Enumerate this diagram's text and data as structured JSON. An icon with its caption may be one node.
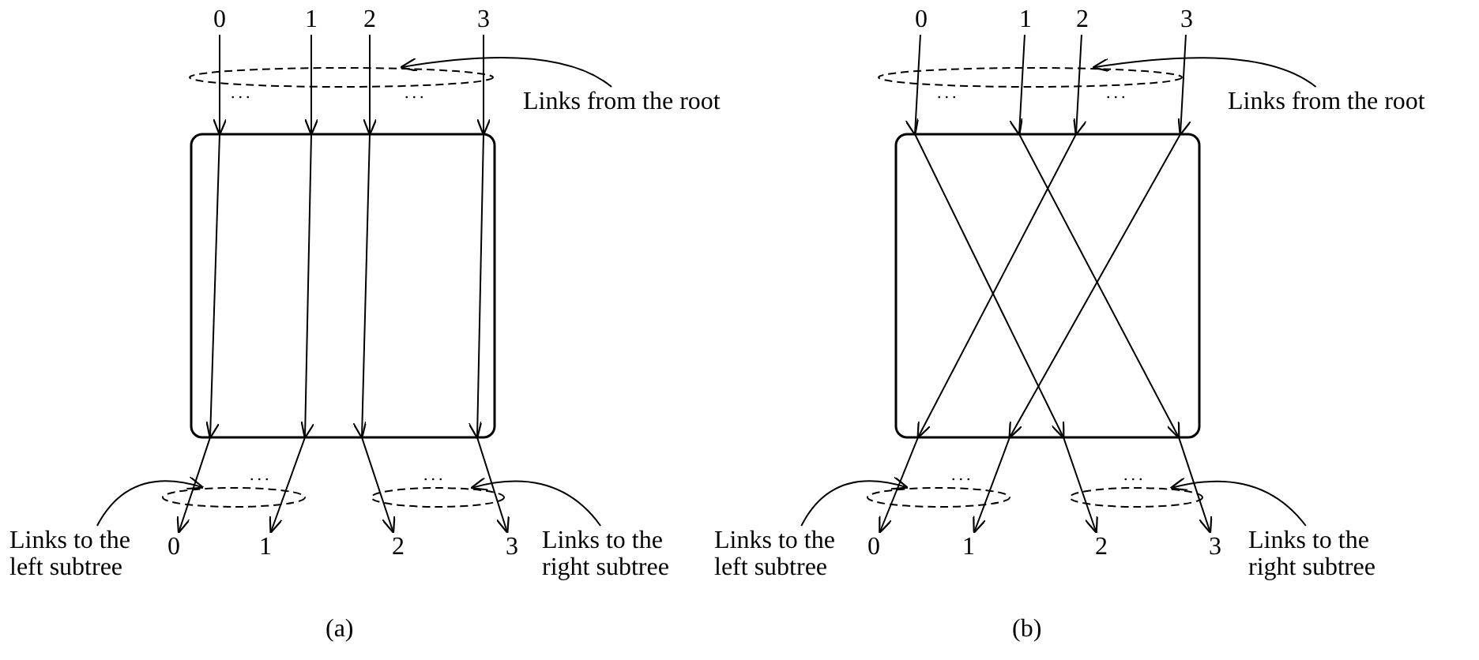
{
  "diagram": {
    "nodes": [
      {
        "text": [
          "0"
        ]
      },
      {
        "text": [
          "1"
        ]
      },
      {
        "text": [
          "2"
        ]
      },
      {
        "text": [
          "3"
        ]
      },
      {
        "text": [
          "Links from the root"
        ]
      },
      {
        "text": [],
        "shape": "ellipse"
      },
      {
        "text": [],
        "shape": "ellipse"
      },
      {
        "text": [],
        "shape": "ellipse"
      },
      {
        "text": [
          "Links to the left subtree"
        ]
      },
      {
        "text": [
          "0"
        ]
      },
      {
        "text": [
          "1"
        ]
      },
      {
        "text": [
          "2"
        ]
      },
      {
        "text": [
          "3"
        ]
      },
      {
        "text": [
          "Links to the right subtree"
        ]
      },
      {
        "text": [
          "0"
        ]
      },
      {
        "text": [
          "1"
        ]
      },
      {
        "text": [
          "2"
        ]
      },
      {
        "text": [
          "3"
        ]
      },
      {
        "text": [
          "Links from the root"
        ]
      },
      {
        "text": [],
        "shape": "ellipse"
      },
      {
        "text": [],
        "shape": "ellipse"
      },
      {
        "text": [],
        "shape": "ellipse"
      },
      {
        "text": [
          "Links to the left subtree"
        ]
      },
      {
        "text": [
          "0"
        ]
      },
      {
        "text": [
          "1"
        ]
      },
      {
        "text": [
          "2"
        ]
      },
      {
        "text": [
          "3"
        ]
      },
      {
        "text": [
          "Links to the right subtree"
        ]
      }
    ],
    "edges": [
      {
        "from": 0,
        "to": 9,
        "arrow": "to"
      },
      {
        "from": 1,
        "to": 10,
        "arrow": "to"
      },
      {
        "from": 2,
        "to": 11,
        "arrow": "to"
      },
      {
        "from": 3,
        "to": 12,
        "arrow": "to"
      },
      {
        "from": 4,
        "to": 5,
        "arrow": "to"
      },
      {
        "from": 8,
        "to": 6,
        "arrow": "to"
      },
      {
        "from": 13,
        "to": 7,
        "arrow": "to"
      },
      {
        "from": 14,
        "to": 25,
        "arrow": "to"
      },
      {
        "from": 15,
        "to": 26,
        "arrow": "to"
      },
      {
        "from": 16,
        "to": 23,
        "arrow": "to"
      },
      {
        "from": 17,
        "to": 24,
        "arrow": "to"
      },
      {
        "from": 18,
        "to": 19,
        "arrow": "to"
      },
      {
        "from": 22,
        "to": 20,
        "arrow": "to"
      },
      {
        "from": 27,
        "to": 21,
        "arrow": "to"
      }
    ],
    "labels": [
      "...",
      "...",
      "...",
      "...",
      "(a)",
      "...",
      "...",
      "...",
      "...",
      "(b)"
    ]
  }
}
